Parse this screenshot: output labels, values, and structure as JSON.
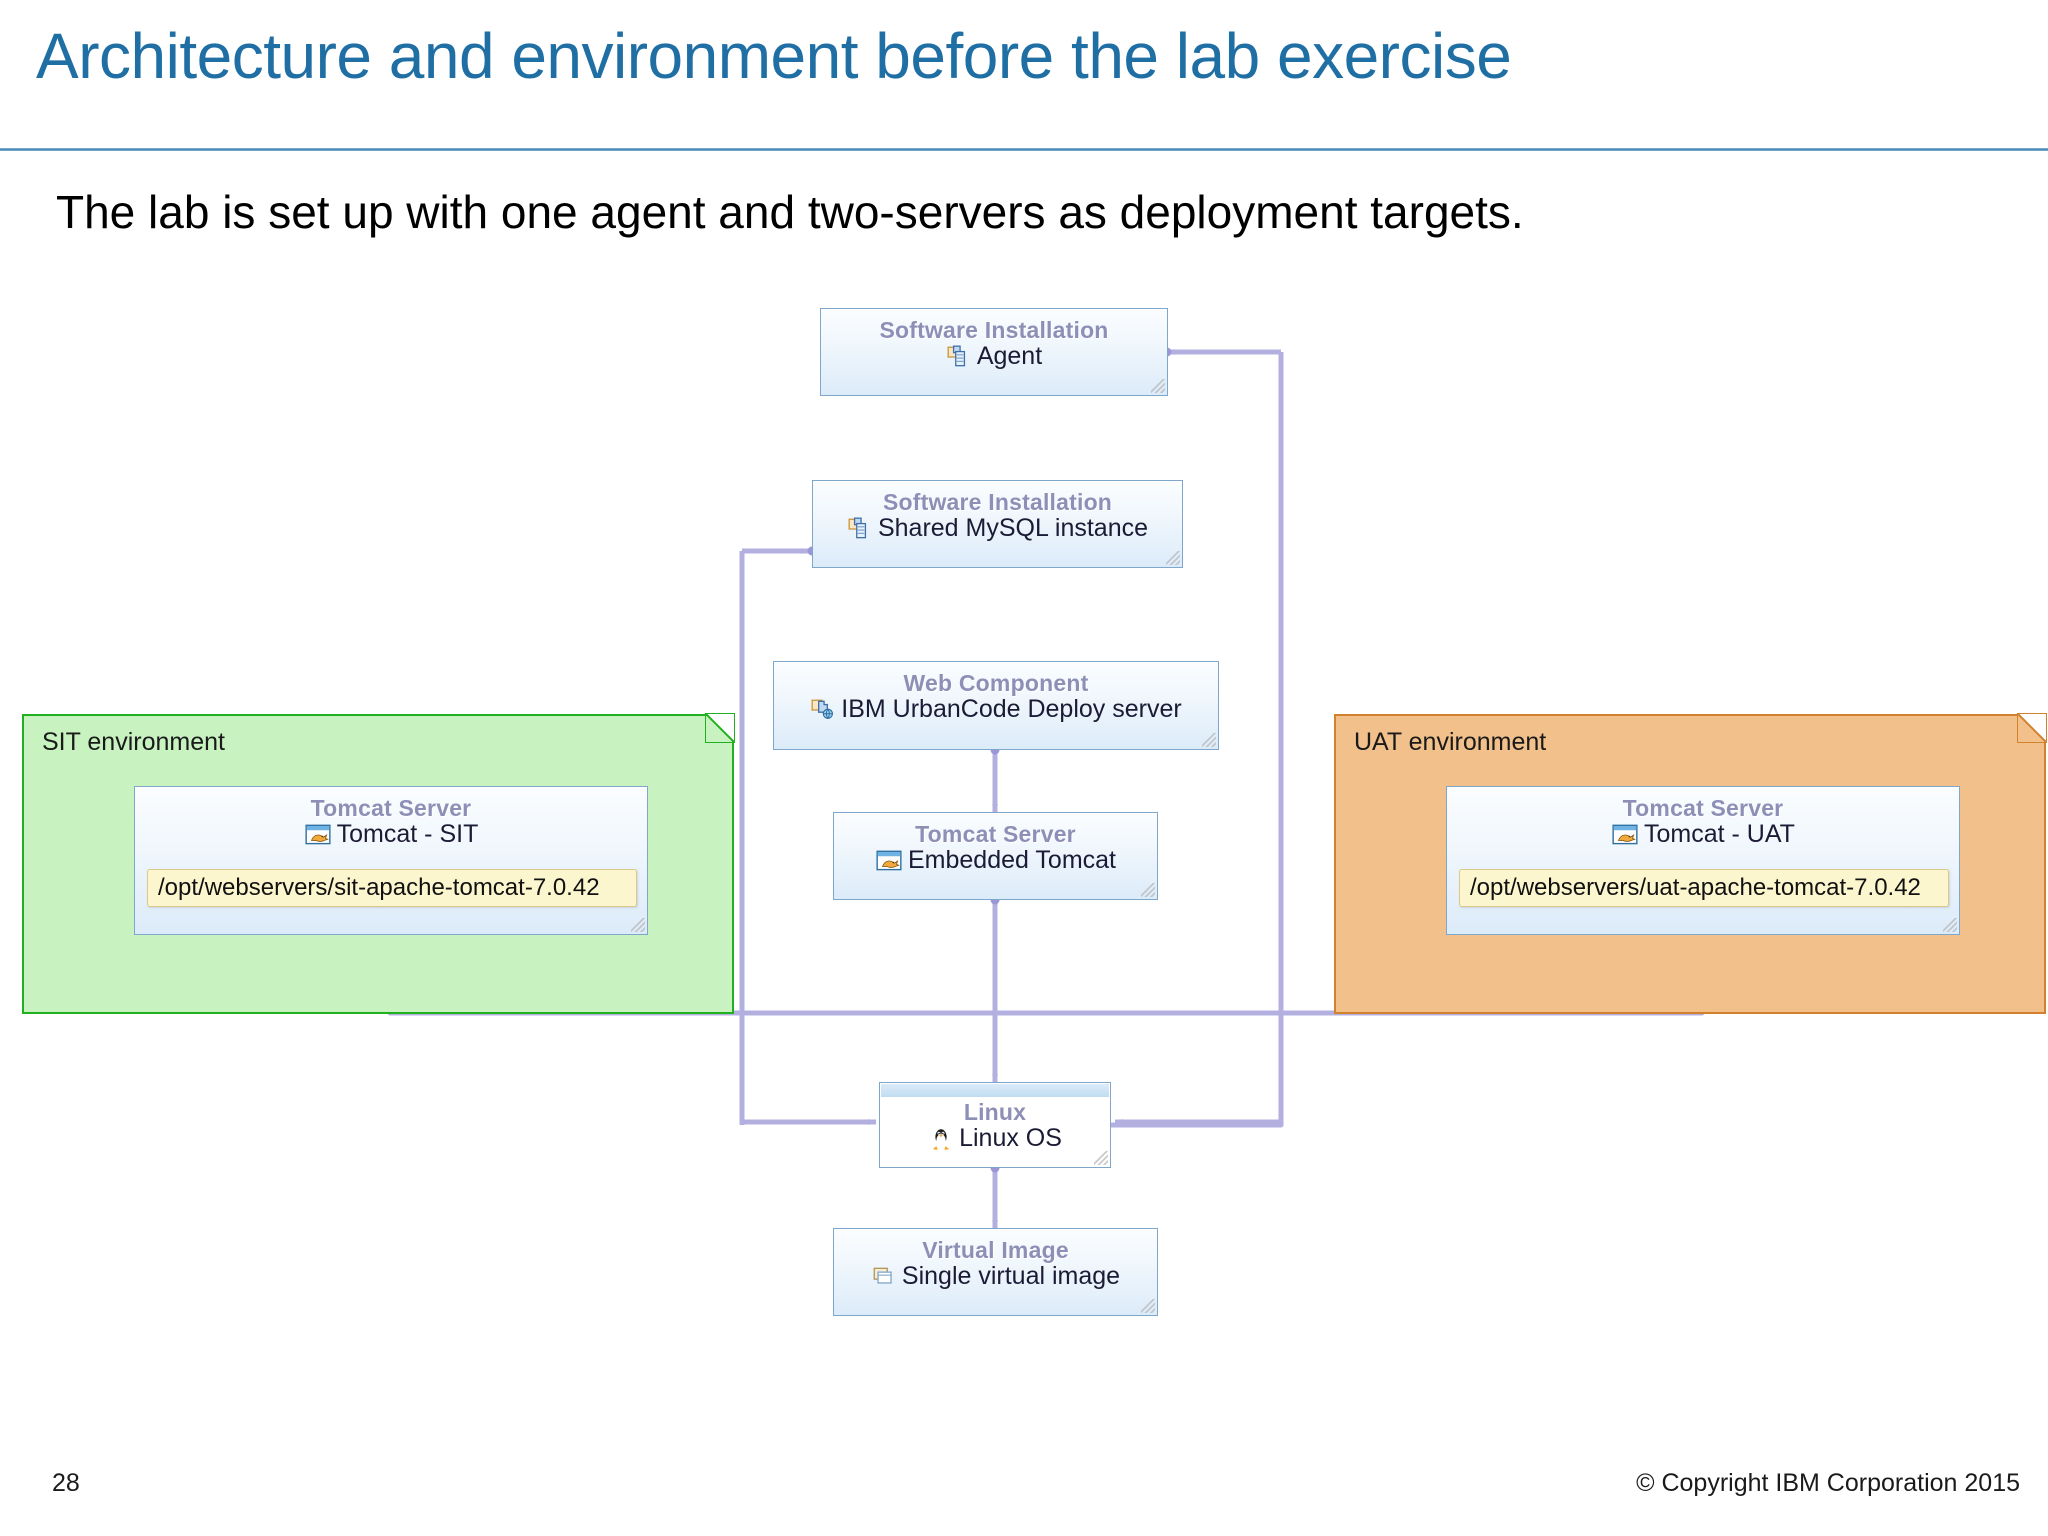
{
  "slide": {
    "title": "Architecture and environment before the lab exercise",
    "subtitle": "The lab is set up with one agent and two-servers as deployment targets.",
    "page_number": "28",
    "copyright": "© Copyright IBM Corporation 2015"
  },
  "colors": {
    "title": "#1F6FA5",
    "rule": "#3D82B4",
    "node_border": "#7FA6CB",
    "node_fill_top": "#FBFDFF",
    "node_fill_bottom": "#DCEBF9",
    "node_type_text": "#8E8FB6",
    "connector": "#B3B0E0",
    "sit_border": "#21B01E",
    "sit_fill": "#C8F3C0",
    "uat_border": "#D2812C",
    "uat_fill": "#F2C08A",
    "property_fill": "#FCF6CE",
    "property_border": "#D9C98A"
  },
  "diagram": {
    "nodes": [
      {
        "id": "agent",
        "type_label": "Software Installation",
        "name": "Agent",
        "icon": "software-installation-icon"
      },
      {
        "id": "mysql",
        "type_label": "Software Installation",
        "name": "Shared MySQL instance",
        "icon": "software-installation-icon"
      },
      {
        "id": "ucd-server",
        "type_label": "Web Component",
        "name": "IBM UrbanCode Deploy server",
        "icon": "web-component-icon"
      },
      {
        "id": "embedded-tomcat",
        "type_label": "Tomcat Server",
        "name": "Embedded Tomcat",
        "icon": "tomcat-icon"
      },
      {
        "id": "linux",
        "type_label": "Linux",
        "name": "Linux OS",
        "icon": "linux-penguin-icon"
      },
      {
        "id": "virtual-image",
        "type_label": "Virtual Image",
        "name": "Single virtual image",
        "icon": "virtual-image-icon"
      },
      {
        "id": "tomcat-sit",
        "type_label": "Tomcat Server",
        "name": "Tomcat - SIT",
        "icon": "tomcat-icon",
        "property": "/opt/webservers/sit-apache-tomcat-7.0.42"
      },
      {
        "id": "tomcat-uat",
        "type_label": "Tomcat Server",
        "name": "Tomcat - UAT",
        "icon": "tomcat-icon",
        "property": "/opt/webservers/uat-apache-tomcat-7.0.42"
      }
    ],
    "environments": [
      {
        "id": "sit",
        "label": "SIT environment"
      },
      {
        "id": "uat",
        "label": "UAT environment"
      }
    ],
    "connections": [
      {
        "from": "tomcat-sit",
        "to": "linux"
      },
      {
        "from": "tomcat-uat",
        "to": "linux"
      },
      {
        "from": "embedded-tomcat",
        "to": "linux"
      },
      {
        "from": "ucd-server",
        "to": "embedded-tomcat"
      },
      {
        "from": "linux",
        "to": "virtual-image"
      },
      {
        "from": "linux",
        "to": "mysql"
      },
      {
        "from": "linux",
        "to": "agent"
      }
    ]
  }
}
